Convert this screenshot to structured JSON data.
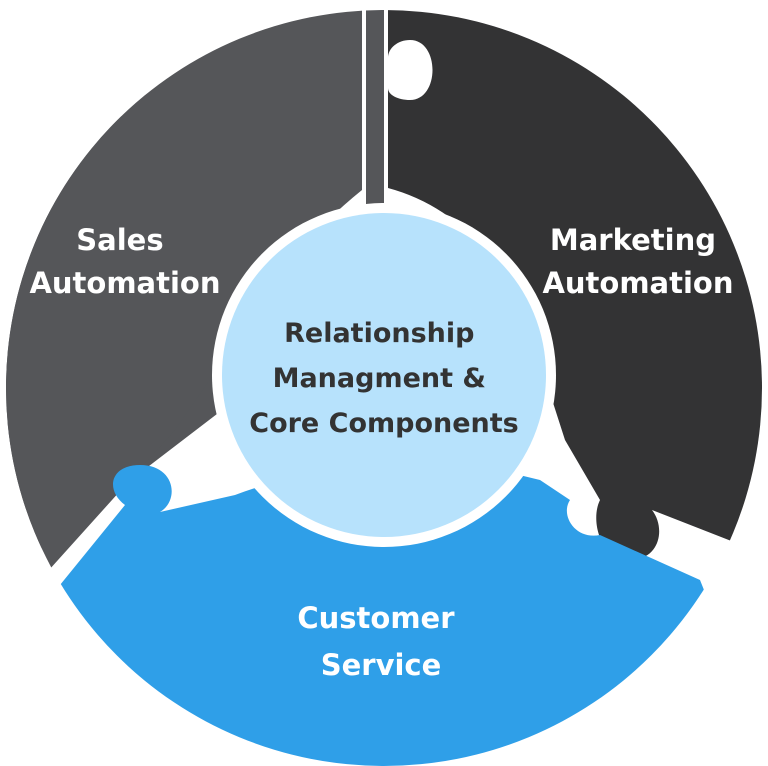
{
  "segments": {
    "sales": {
      "line1": "Sales",
      "line2": "Automation",
      "color": "#555659"
    },
    "marketing": {
      "line1": "Marketing",
      "line2": "Automation",
      "color": "#333334"
    },
    "customer": {
      "line1": "Customer",
      "line2": "Service",
      "color": "#2f9fe8"
    }
  },
  "center": {
    "line1": "Relationship",
    "line2": "Managment &",
    "line3": "Core Components",
    "fill": "#b7e2fc",
    "ring": "#ffffff"
  }
}
